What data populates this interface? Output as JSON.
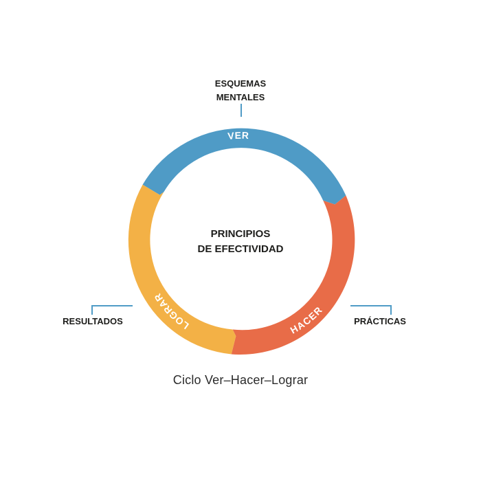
{
  "diagram": {
    "center_title": [
      "PRINCIPIOS",
      "DE EFECTIVIDAD"
    ],
    "top_label": [
      "ESQUEMAS",
      "MENTALES"
    ],
    "right_label": "PRÁCTICAS",
    "left_label": "RESULTADOS",
    "segments": {
      "ver": {
        "label": "VER",
        "color": "#4f9bc6"
      },
      "hacer": {
        "label": "HACER",
        "color": "#e86c48"
      },
      "lograr": {
        "label": "LOGRAR",
        "color": "#f3b146"
      }
    },
    "connector_color": "#4f9bc6",
    "caption": "Ciclo Ver–Hacer–Lograr"
  }
}
